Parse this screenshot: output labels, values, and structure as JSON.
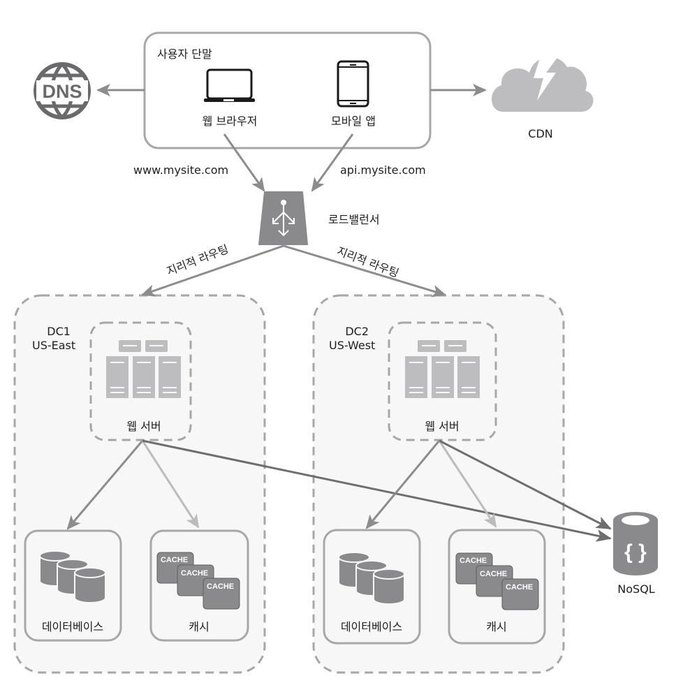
{
  "user_devices": {
    "title": "사용자 단말",
    "web_browser": "웹 브라우저",
    "mobile_app": "모바일 앱"
  },
  "dns": {
    "label": "DNS"
  },
  "cdn": {
    "label": "CDN"
  },
  "domains": {
    "web": "www.mysite.com",
    "api": "api.mysite.com"
  },
  "load_balancer": {
    "label": "로드밸런서"
  },
  "routing": {
    "left": "지리적 라우팅",
    "right": "지리적 라우팅"
  },
  "datacenters": [
    {
      "name": "DC1",
      "region": "US-East",
      "web_server": "웹 서버",
      "database": "데이터베이스",
      "cache": "캐시",
      "cache_tags": [
        "CACHE",
        "CACHE",
        "CACHE"
      ]
    },
    {
      "name": "DC2",
      "region": "US-West",
      "web_server": "웹 서버",
      "database": "데이터베이스",
      "cache": "캐시",
      "cache_tags": [
        "CACHE",
        "CACHE",
        "CACHE"
      ]
    }
  ],
  "nosql": {
    "label": "NoSQL"
  },
  "colors": {
    "arrow": "#8c8c8e",
    "arrow_dark": "#6e6e70",
    "arrow_light": "#bcbcbe",
    "icon_gray": "#8a8a8c",
    "icon_light": "#bdbdbf",
    "dc_fill": "#f7f7f7",
    "border": "#a7a7a9"
  }
}
